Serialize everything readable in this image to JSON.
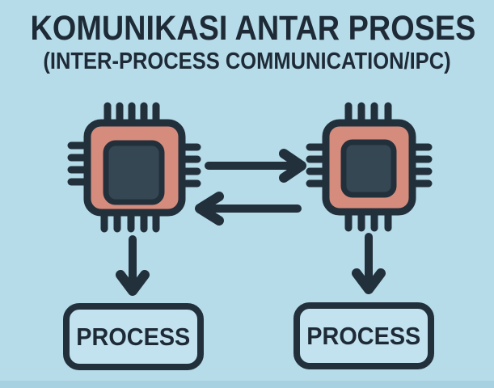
{
  "title": "KOMUNIKASI ANTAR PROSES",
  "subtitle": "(INTER-PROCESS COMMUNICATION/IPC)",
  "colors": {
    "background": "#b6dbe9",
    "outline": "#22303b",
    "text": "#1e2b37",
    "chip_body": "#d68c7c",
    "chip_core": "#364754",
    "box_fill": "#c3e2ef",
    "footer_strip": "#a7d1e1"
  },
  "diagram": {
    "chips": [
      {
        "name": "left-cpu-chip"
      },
      {
        "name": "right-cpu-chip"
      }
    ],
    "arrows": [
      {
        "name": "ipc-arrow-right",
        "direction": "right"
      },
      {
        "name": "ipc-arrow-left",
        "direction": "left"
      },
      {
        "name": "left-chip-to-process-arrow",
        "direction": "down"
      },
      {
        "name": "right-chip-to-process-arrow",
        "direction": "down"
      }
    ],
    "process_boxes": [
      {
        "label": "PROCESS"
      },
      {
        "label": "PROCESS"
      }
    ]
  }
}
